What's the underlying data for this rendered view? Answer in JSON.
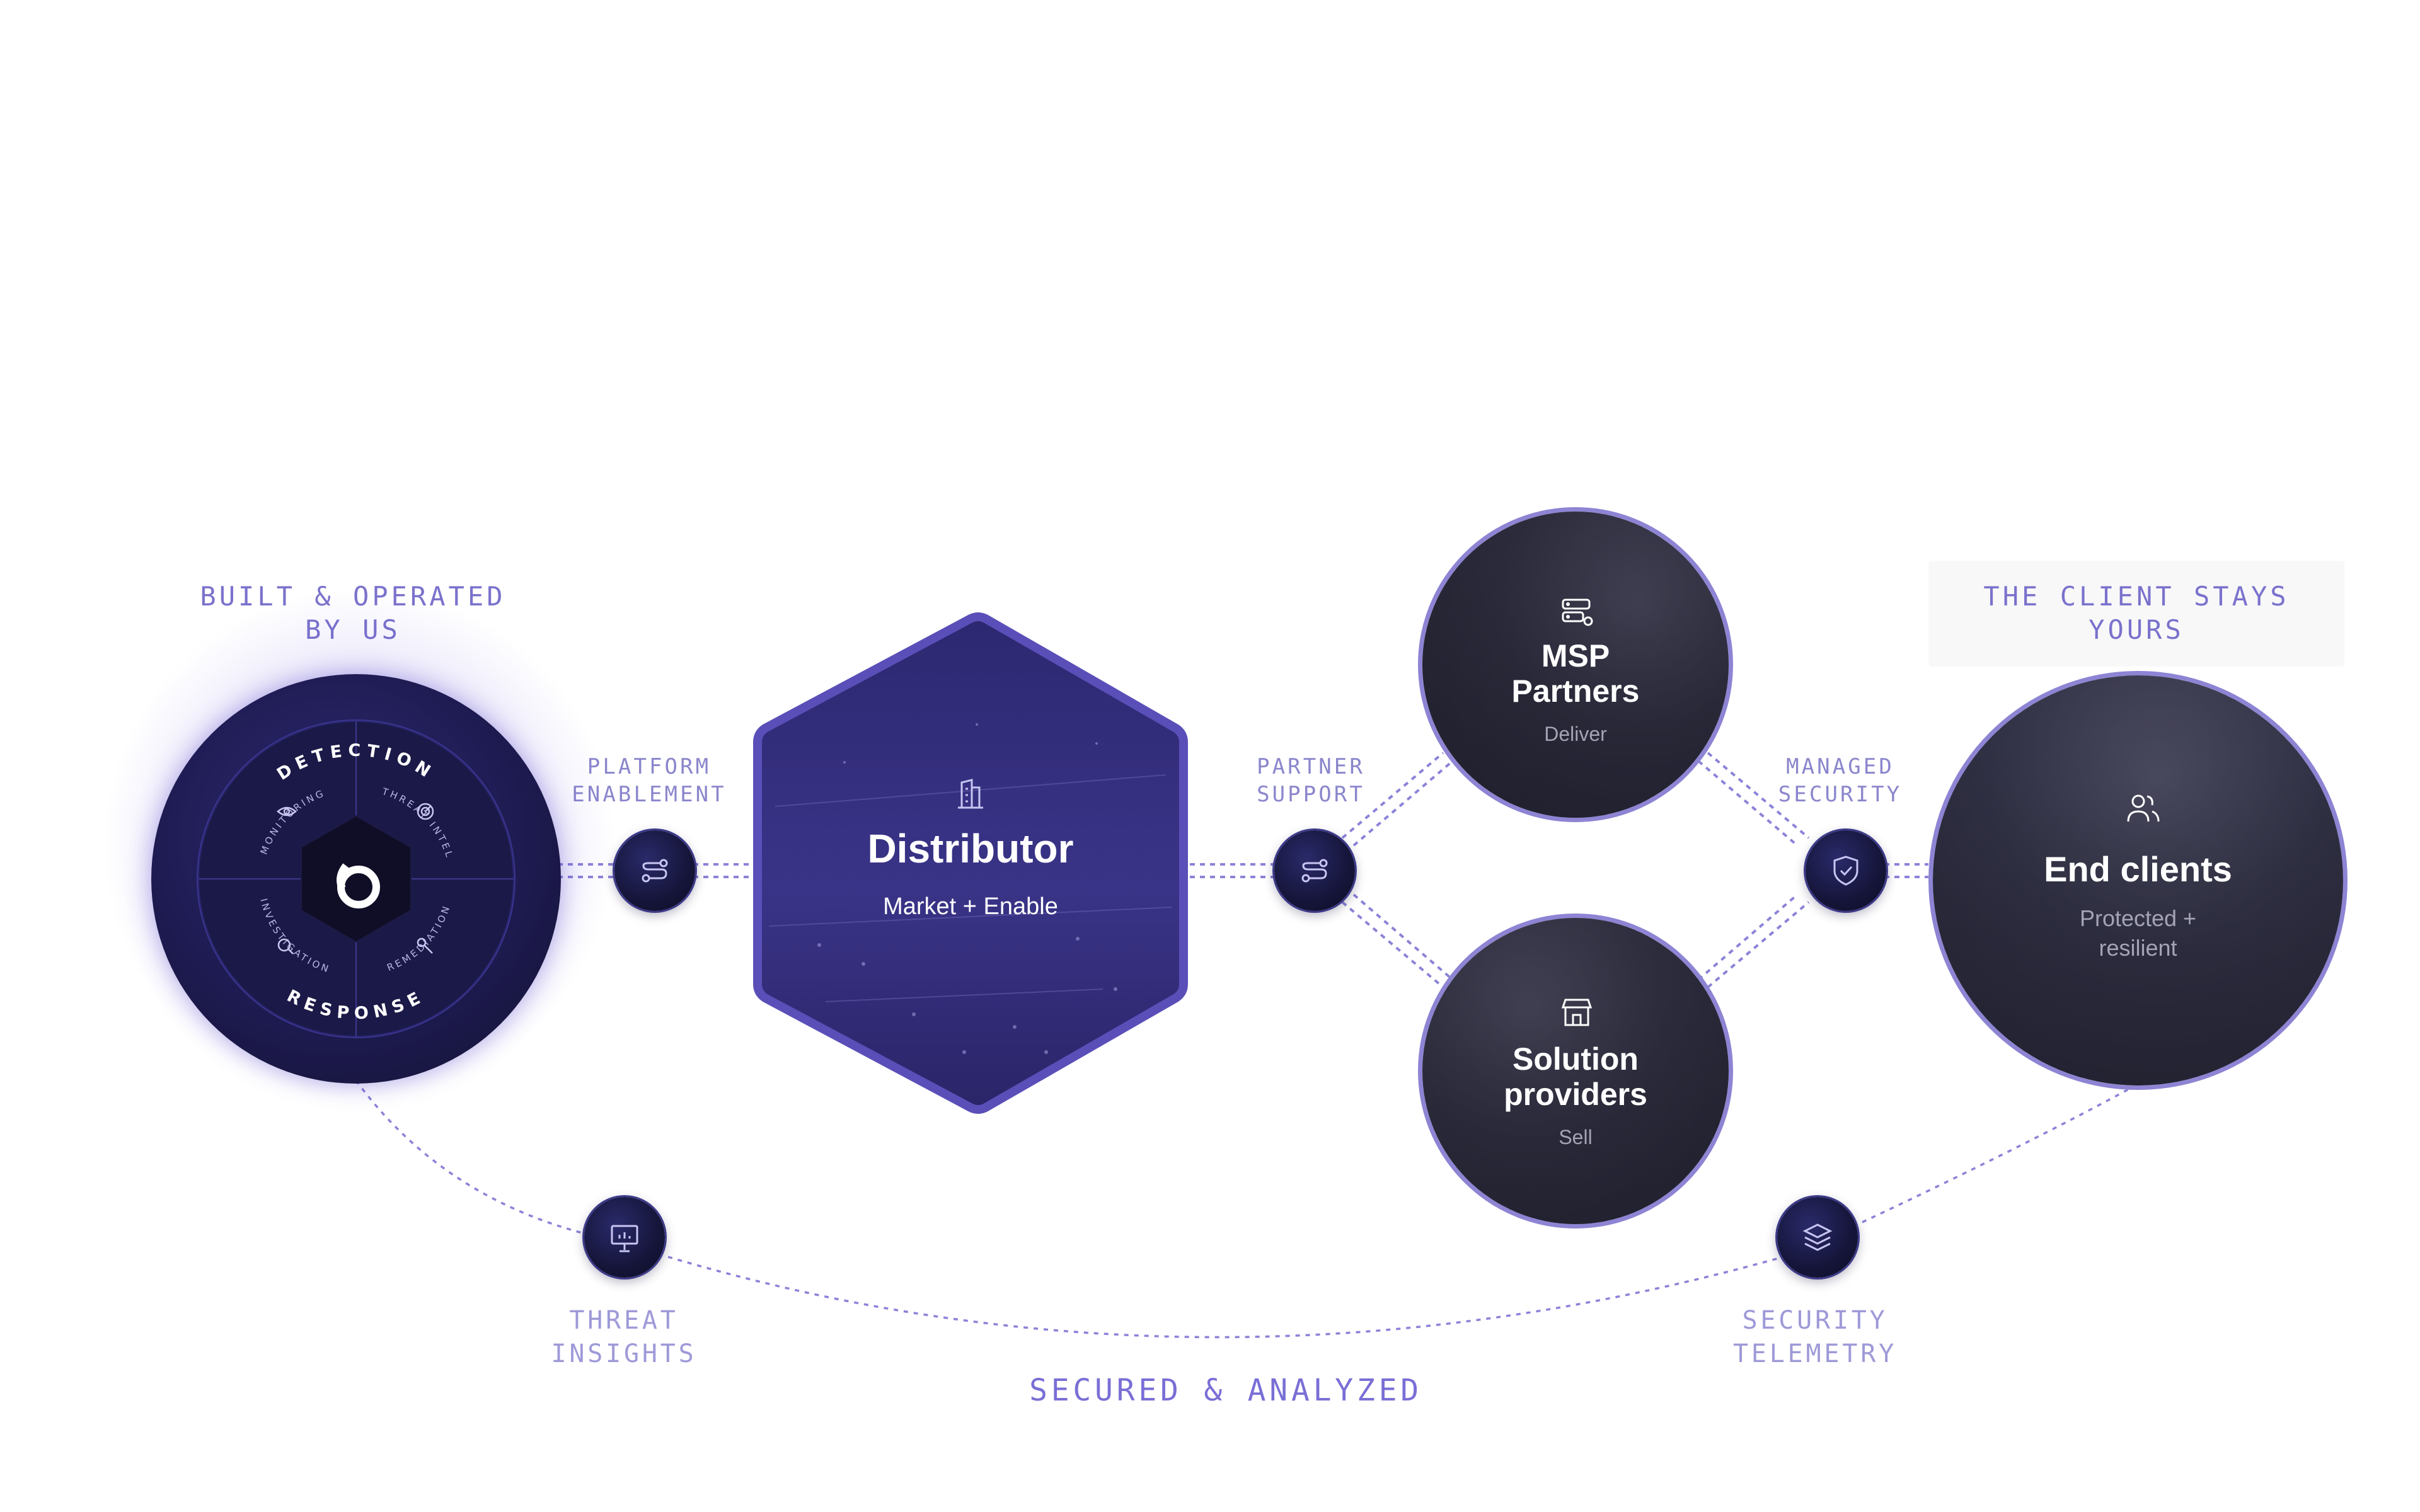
{
  "labels": {
    "built_operated": "BUILT & OPERATED\nBY US",
    "platform_enablement": "PLATFORM\nENABLEMENT",
    "partner_support": "PARTNER\nSUPPORT",
    "managed_security": "MANAGED\nSECURITY",
    "client_stays": "THE CLIENT STAYS\nYOURS",
    "threat_insights": "THREAT\nINSIGHTS",
    "security_telemetry": "SECURITY\nTELEMETRY",
    "secured_analyzed": "SECURED & ANALYZED"
  },
  "core": {
    "ring_top": "DETECTION",
    "ring_bottom": "RESPONSE",
    "quadrants": [
      "MONITORING",
      "THREAT INTEL",
      "INVESTIGATION",
      "REMEDIATION"
    ]
  },
  "distributor": {
    "title": "Distributor",
    "subtitle": "Market + Enable"
  },
  "msp": {
    "title_line1": "MSP",
    "title_line2": "Partners",
    "subtitle": "Deliver"
  },
  "solution": {
    "title_line1": "Solution",
    "title_line2": "providers",
    "subtitle": "Sell"
  },
  "clients": {
    "title": "End clients",
    "subtitle_line1": "Protected +",
    "subtitle_line2": "resilient"
  },
  "icons": {
    "core": "logo-mark-icon",
    "platform": "route-icon",
    "partner": "route-icon",
    "managed": "shield-check-icon",
    "threat": "presentation-chart-icon",
    "telemetry": "layers-icon",
    "distributor": "building-icon",
    "msp": "server-settings-icon",
    "solution": "store-icon",
    "clients": "users-icon"
  },
  "colors": {
    "accent": "#7a6fd6",
    "label": "#8a86cc",
    "node_dark": "#15153a",
    "border": "#8d84d4"
  }
}
